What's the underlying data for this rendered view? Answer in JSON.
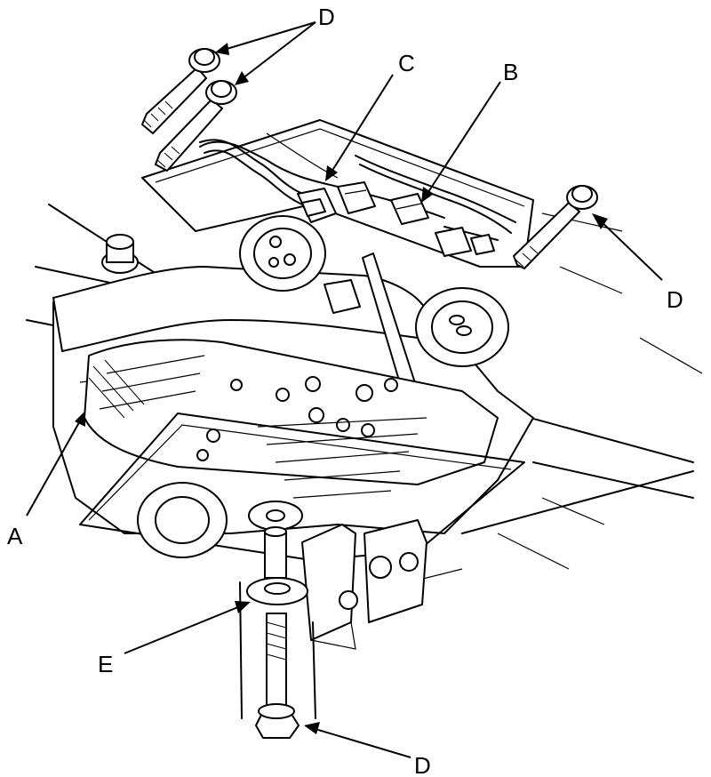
{
  "callouts": {
    "a": "A",
    "b": "B",
    "c": "C",
    "d_top": "D",
    "d_right": "D",
    "d_bottom": "D",
    "e": "E"
  },
  "legend_meaning": {}
}
